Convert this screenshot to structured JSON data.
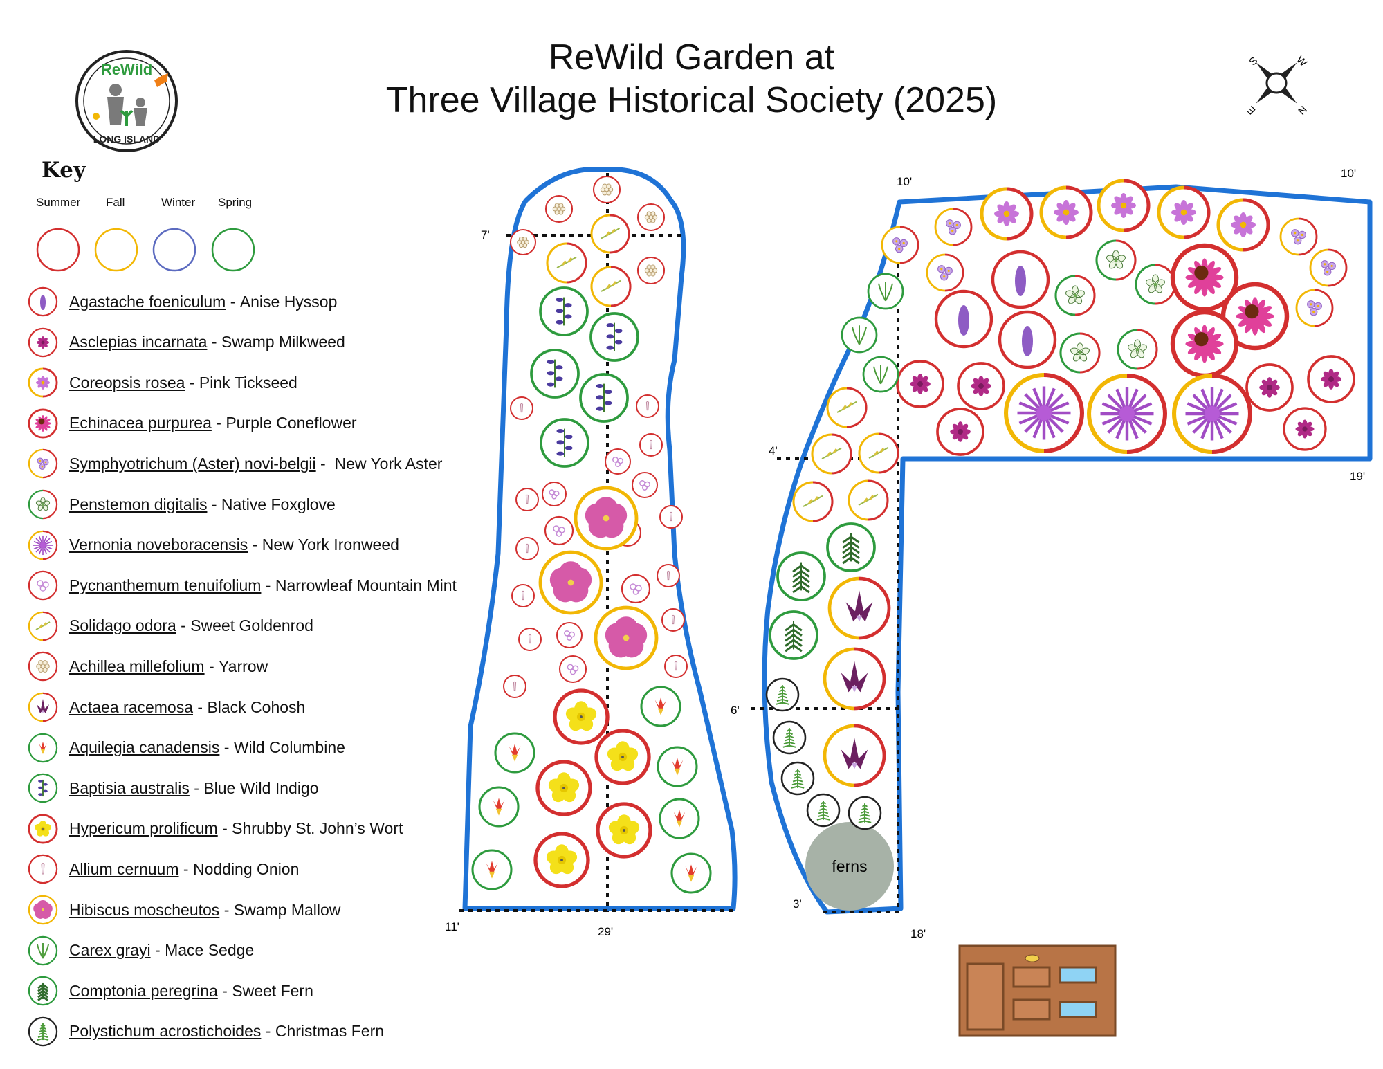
{
  "header": {
    "title_line1": "ReWild Garden at",
    "title_line2": "Three Village Historical Society (2025)",
    "logo_text_top": "ReWild",
    "logo_text_bottom": "LONG ISLAND"
  },
  "compass": {
    "s": "S",
    "w": "W",
    "e": "E",
    "n": "N"
  },
  "key": {
    "title": "Key",
    "seasons": [
      {
        "label": "Summer",
        "color": "#d32f2f"
      },
      {
        "label": "Fall",
        "color": "#f2b705"
      },
      {
        "label": "Winter",
        "color": "#5c6bc0"
      },
      {
        "label": "Spring",
        "color": "#2e9b3e"
      }
    ],
    "plants": [
      {
        "sci": "Agastache foeniculum",
        "sep": " - ",
        "common": "Anise Hyssop",
        "icon": "agastache-icon"
      },
      {
        "sci": "Asclepias incarnata",
        "sep": " - ",
        "common": "Swamp Milkweed",
        "icon": "asclepias-icon"
      },
      {
        "sci": "Coreopsis rosea",
        "sep": " - ",
        "common": "Pink Tickseed",
        "icon": "coreopsis-icon"
      },
      {
        "sci": "Echinacea purpurea",
        "sep": " - ",
        "common": "Purple Coneflower",
        "icon": "echinacea-icon"
      },
      {
        "sci": "Symphyotrichum (Aster) novi-belgii",
        "sep": " -  ",
        "common": "New York Aster",
        "icon": "aster-icon"
      },
      {
        "sci": "Penstemon digitalis",
        "sep": " - ",
        "common": "Native Foxglove",
        "icon": "penstemon-icon"
      },
      {
        "sci": "Vernonia noveboracensis",
        "sep": " - ",
        "common": "New York Ironweed",
        "icon": "vernonia-icon"
      },
      {
        "sci": "Pycnanthemum tenuifolium",
        "sep": " - ",
        "common": "Narrowleaf Mountain Mint",
        "icon": "mountain-mint-icon"
      },
      {
        "sci": "Solidago odora",
        "sep": " - ",
        "common": "Sweet Goldenrod",
        "icon": "goldenrod-icon"
      },
      {
        "sci": "Achillea millefolium",
        "sep": " - ",
        "common": "Yarrow",
        "icon": "yarrow-icon"
      },
      {
        "sci": "Actaea racemosa",
        "sep": " - ",
        "common": "Black Cohosh",
        "icon": "black-cohosh-icon"
      },
      {
        "sci": "Aquilegia canadensis",
        "sep": " - ",
        "common": "Wild Columbine",
        "icon": "columbine-icon"
      },
      {
        "sci": "Baptisia australis",
        "sep": " - ",
        "common": "Blue Wild Indigo",
        "icon": "baptisia-icon"
      },
      {
        "sci": "Hypericum prolificum",
        "sep": " - ",
        "common": "Shrubby St. John’s Wort",
        "icon": "hypericum-icon"
      },
      {
        "sci": "Allium cernuum",
        "sep": " - ",
        "common": "Nodding Onion",
        "icon": "allium-icon"
      },
      {
        "sci": "Hibiscus moscheutos",
        "sep": " - ",
        "common": "Swamp Mallow",
        "icon": "hibiscus-icon"
      },
      {
        "sci": "Carex grayi",
        "sep": " - ",
        "common": "Mace Sedge",
        "icon": "carex-icon"
      },
      {
        "sci": "Comptonia peregrina",
        "sep": " - ",
        "common": "Sweet Fern",
        "icon": "sweet-fern-icon"
      },
      {
        "sci": "Polystichum acrostichoides",
        "sep": " - ",
        "common": "Christmas Fern",
        "icon": "christmas-fern-icon"
      }
    ]
  },
  "dimensions": {
    "bed1_top_width": "7'",
    "bed1_bottom_width": "11'",
    "bed1_length": "29'",
    "bed2_top_left": "10'",
    "bed2_top_right": "10'",
    "bed2_right": "19'",
    "bed2_width_upper": "4'",
    "bed2_width_mid": "6'",
    "bed2_bottom_width": "3'",
    "bed2_length": "18'"
  },
  "ferns_label": "ferns",
  "colors": {
    "bed_outline": "#1f73d6",
    "ferns_patch": "#a7b2a7",
    "door": "#b87446"
  }
}
